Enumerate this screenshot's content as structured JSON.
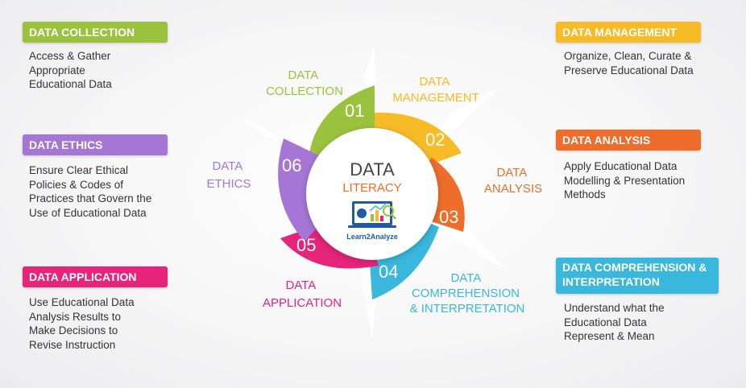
{
  "colors": {
    "collection": "#9bc23c",
    "management": "#f6bb27",
    "analysis": "#ee6d2a",
    "comprehension": "#39b7dc",
    "application": "#e6247a",
    "ethics": "#a576d6"
  },
  "cards": {
    "collection": {
      "title": "DATA COLLECTION",
      "desc": "Access & Gather Appropriate Educational Data"
    },
    "ethics": {
      "title": "DATA ETHICS",
      "desc": "Ensure Clear Ethical Policies & Codes of Practices that Govern the Use of Educational Data"
    },
    "application": {
      "title": "DATA APPLICATION",
      "desc": "Use Educational Data Analysis Results to Make Decisions to Revise Instruction"
    },
    "management": {
      "title": "DATA MANAGEMENT",
      "desc": "Organize, Clean, Curate & Preserve Educational Data"
    },
    "analysis": {
      "title": "DATA ANALYSIS",
      "desc": "Apply Educational Data Modelling & Presentation Methods"
    },
    "comprehension": {
      "title": "DATA COMPREHENSION & INTERPRETATION",
      "desc": "Understand what the Educational Data Represent & Mean"
    }
  },
  "wheel": {
    "center_title": "DATA",
    "center_subtitle": "LITERACY",
    "logo_text": "Learn2Analyze",
    "segments": [
      {
        "key": "collection",
        "number": "01",
        "label_lines": [
          "DATA",
          "COLLECTION"
        ]
      },
      {
        "key": "management",
        "number": "02",
        "label_lines": [
          "DATA",
          "MANAGEMENT"
        ]
      },
      {
        "key": "analysis",
        "number": "03",
        "label_lines": [
          "DATA",
          "ANALYSIS"
        ]
      },
      {
        "key": "comprehension",
        "number": "04",
        "label_lines": [
          "DATA",
          "COMPREHENSION",
          "& INTERPRETATION"
        ]
      },
      {
        "key": "application",
        "number": "05",
        "label_lines": [
          "DATA",
          "APPLICATION"
        ]
      },
      {
        "key": "ethics",
        "number": "06",
        "label_lines": [
          "DATA",
          "ETHICS"
        ]
      }
    ]
  }
}
